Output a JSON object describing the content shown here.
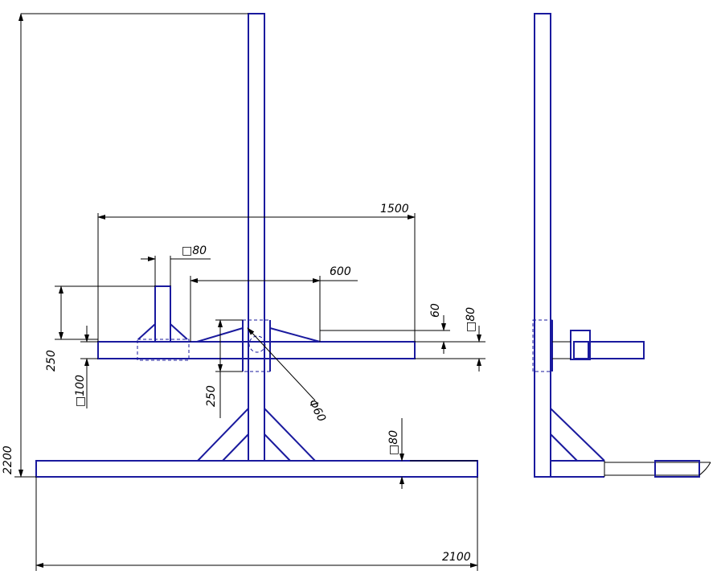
{
  "drawing": {
    "colors": {
      "part": "#1a1a9e",
      "dimension": "#000000",
      "background": "#ffffff"
    },
    "dimensions": {
      "total_height": "2200",
      "total_width": "2100",
      "arm_length": "1500",
      "brace_span": "600",
      "post_size": "□80",
      "arm_size": "□80",
      "base_size": "□80",
      "arm_offset_top": "60",
      "peg_height": "250",
      "sleeve_height": "250",
      "sleeve_size": "□100",
      "bolt_diameter": "Φ60"
    }
  }
}
